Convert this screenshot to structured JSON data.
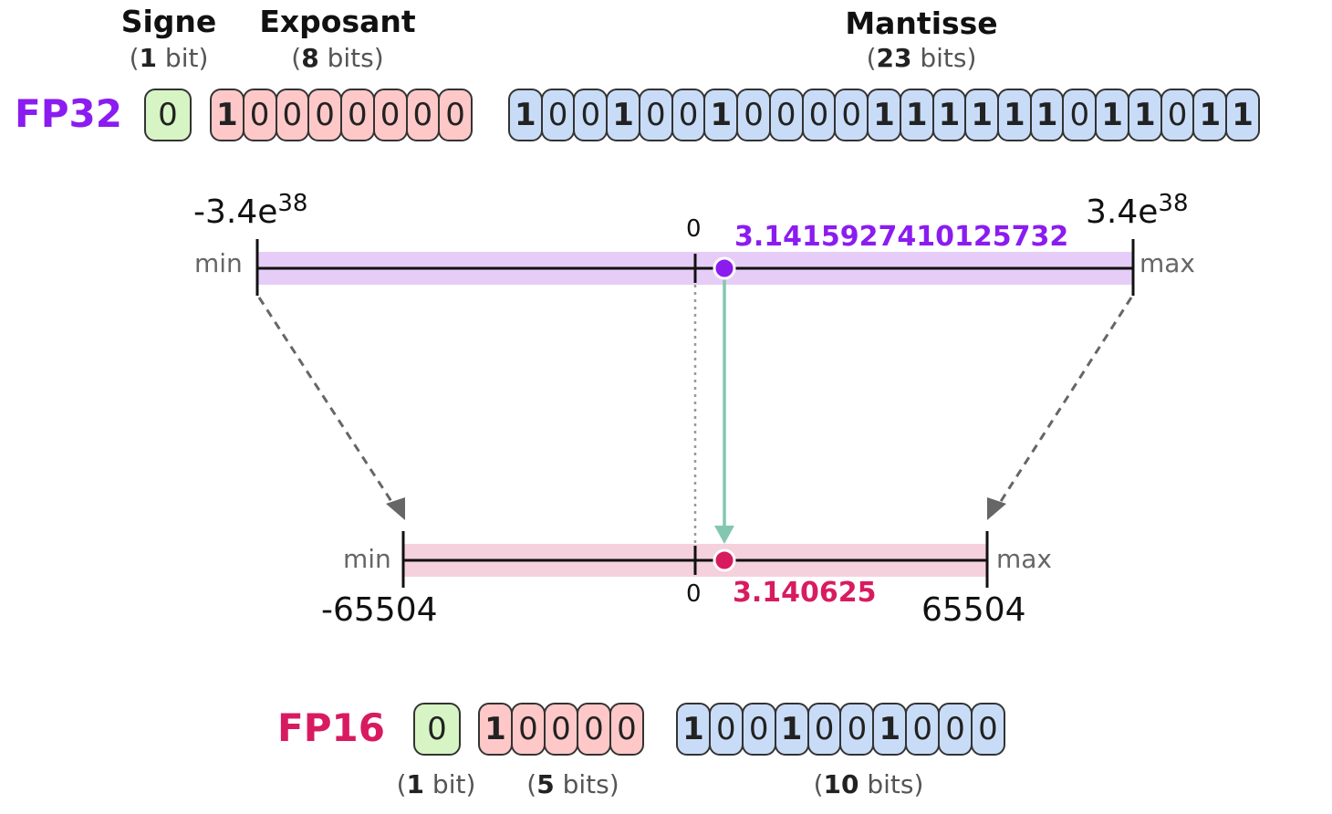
{
  "headers": {
    "sign": {
      "title": "Signe",
      "bits_num": "1",
      "bits_unit": "bit"
    },
    "exponent": {
      "title": "Exposant",
      "bits_num": "8",
      "bits_unit": "bits"
    },
    "mantissa": {
      "title": "Mantisse",
      "bits_num": "23",
      "bits_unit": "bits"
    }
  },
  "fp32": {
    "label": "FP32",
    "color": "#8b1cf0",
    "sign_bits": "0",
    "exponent_bits": "10000000",
    "mantissa_bits": "10010010000111111011011",
    "range_min": "-3.4e",
    "range_min_exp": "38",
    "range_max": "3.4e",
    "range_max_exp": "38",
    "min_label": "min",
    "max_label": "max",
    "zero_label": "0",
    "value": "3.1415927410125732"
  },
  "fp16": {
    "label": "FP16",
    "color": "#d81b60",
    "sign_bits": "0",
    "exponent_bits": "10000",
    "mantissa_bits": "1001001000",
    "range_min": "-65504",
    "range_max": "65504",
    "min_label": "min",
    "max_label": "max",
    "zero_label": "0",
    "value": "3.140625",
    "sign_bits_num": "1",
    "sign_bits_unit": "bit",
    "exponent_bits_num": "5",
    "exponent_bits_unit": "bits",
    "mantissa_bits_num": "10",
    "mantissa_bits_unit": "bits"
  },
  "colors": {
    "sign_fill": "#d7f5c4",
    "exponent_fill": "#ffc8c8",
    "mantissa_fill": "#c9dcf7",
    "fp32_band": "#e6cdf7",
    "fp16_band": "#f5d0dd",
    "arrow_green": "#84c7b0"
  }
}
